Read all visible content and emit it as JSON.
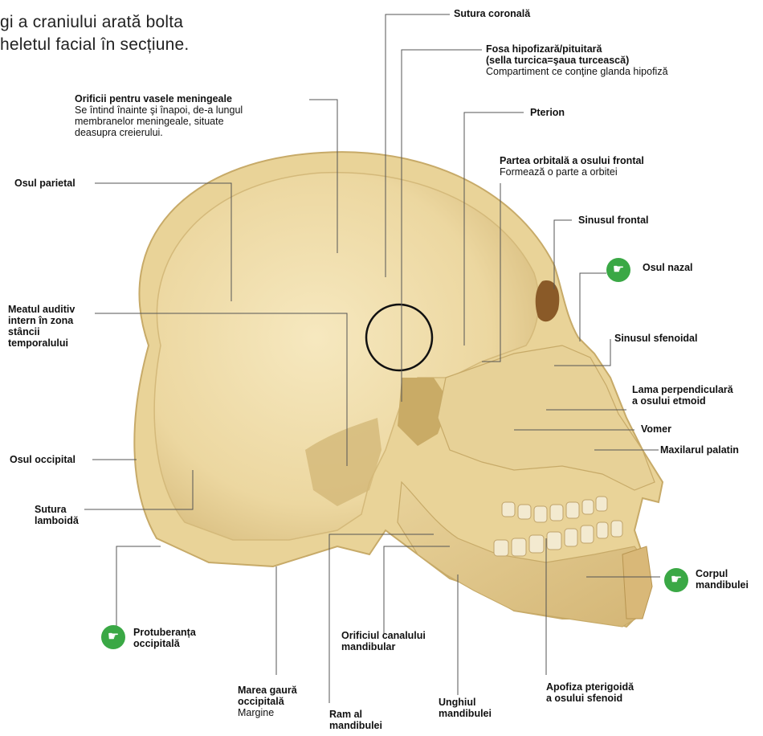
{
  "intro": {
    "line1": "gi a craniului arată bolta",
    "line2": "heletul facial în secțiune."
  },
  "labels": {
    "sutura_coronala": "Sutura coronală",
    "fosa_title1": "Fosa hipofizară/pituitară",
    "fosa_title2": "(sella turcica=şaua turcească)",
    "fosa_sub": "Compartiment ce conţine glanda hipofiză",
    "orificii_title": "Orificii pentru vasele meningeale",
    "orificii_sub1": "Se întind înainte şi înapoi, de-a lungul",
    "orificii_sub2": "membranelor meningeale, situate",
    "orificii_sub3": "deasupra creierului.",
    "pterion": "Pterion",
    "partea_title": "Partea orbitală a osului frontal",
    "partea_sub": "Formează o parte a orbitei",
    "osul_parietal": "Osul parietal",
    "sinusul_frontal": "Sinusul frontal",
    "osul_nazal": "Osul nazal",
    "meatul1": "Meatul auditiv",
    "meatul2": "intern în zona",
    "meatul3": "stâncii",
    "meatul4": "temporalului",
    "sinusul_sfenoidal": "Sinusul sfenoidal",
    "lama1": "Lama perpendiculară",
    "lama2": "a osului etmoid",
    "vomer": "Vomer",
    "maxilarul": "Maxilarul palatin",
    "osul_occipital": "Osul occipital",
    "sutura_lamb1": "Sutura",
    "sutura_lamb2": "lamboidă",
    "corpul1": "Corpul",
    "corpul2": "mandibulei",
    "protub1": "Protuberanța",
    "protub2": "occipitală",
    "orificiul1": "Orificiul canalului",
    "orificiul2": "mandibular",
    "apofiza1": "Apofiza pterigoidă",
    "apofiza2": "a osului sfenoid",
    "marea1": "Marea gaură",
    "marea2": "occipitală",
    "marea_sub": "Margine",
    "unghiul1": "Unghiul",
    "unghiul2": "mandibulei",
    "ram1": "Ram al",
    "ram2": "mandibulei"
  },
  "icons": {
    "hand": "pointing-hand-icon"
  },
  "colors": {
    "bone": "#efdca8",
    "bone_shadow": "#c9b072",
    "bone_edge": "#e6cf93",
    "badge": "#3aa845"
  }
}
